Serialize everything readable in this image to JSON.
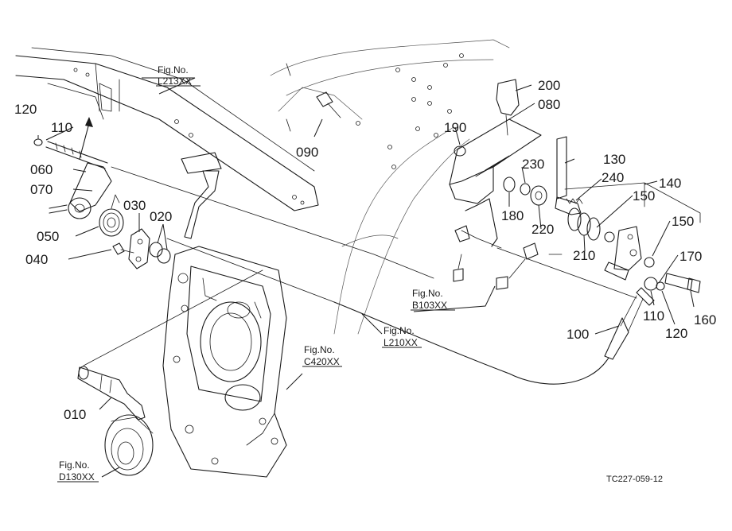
{
  "parts": [
    {
      "id": "p120a",
      "text": "120"
    },
    {
      "id": "p110a",
      "text": "110"
    },
    {
      "id": "p060",
      "text": "060"
    },
    {
      "id": "p070",
      "text": "070"
    },
    {
      "id": "p050",
      "text": "050"
    },
    {
      "id": "p030",
      "text": "030"
    },
    {
      "id": "p020",
      "text": "020"
    },
    {
      "id": "p040",
      "text": "040"
    },
    {
      "id": "p010",
      "text": "010"
    },
    {
      "id": "p090",
      "text": "090"
    },
    {
      "id": "p200",
      "text": "200"
    },
    {
      "id": "p080",
      "text": "080"
    },
    {
      "id": "p190",
      "text": "190"
    },
    {
      "id": "p230",
      "text": "230"
    },
    {
      "id": "p130",
      "text": "130"
    },
    {
      "id": "p240",
      "text": "240"
    },
    {
      "id": "p140",
      "text": "140"
    },
    {
      "id": "p150a",
      "text": "150"
    },
    {
      "id": "p150b",
      "text": "150"
    },
    {
      "id": "p180",
      "text": "180"
    },
    {
      "id": "p220",
      "text": "220"
    },
    {
      "id": "p210",
      "text": "210"
    },
    {
      "id": "p170",
      "text": "170"
    },
    {
      "id": "p110b",
      "text": "110"
    },
    {
      "id": "p120b",
      "text": "120"
    },
    {
      "id": "p160",
      "text": "160"
    },
    {
      "id": "p100",
      "text": "100"
    }
  ],
  "refs": [
    {
      "id": "L213",
      "line1": "Fig.No.",
      "line2": "L213XX"
    },
    {
      "id": "B103",
      "line1": "Fig.No.",
      "line2": "B103XX"
    },
    {
      "id": "L210",
      "line1": "Fig.No.",
      "line2": "L210XX"
    },
    {
      "id": "C420",
      "line1": "Fig.No.",
      "line2": "C420XX"
    },
    {
      "id": "D130",
      "line1": "Fig.No.",
      "line2": "D130XX"
    }
  ],
  "drawing_code": "TC227-059-12"
}
